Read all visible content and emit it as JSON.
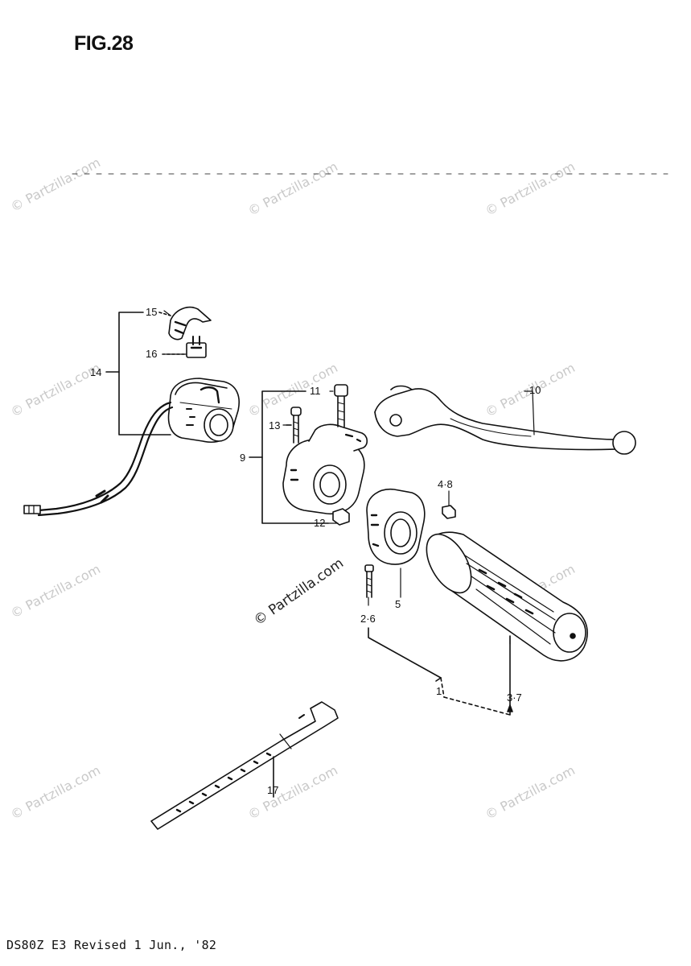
{
  "figure": {
    "title": "FIG.28",
    "footer": "DS80Z E3 Revised 1 Jun., '82",
    "watermark": "© Partzilla.com"
  },
  "callouts": [
    {
      "id": "c15",
      "text": "15"
    },
    {
      "id": "c16",
      "text": "16"
    },
    {
      "id": "c14",
      "text": "14"
    },
    {
      "id": "c11",
      "text": "11"
    },
    {
      "id": "c13",
      "text": "13"
    },
    {
      "id": "c9",
      "text": "9"
    },
    {
      "id": "c12",
      "text": "12"
    },
    {
      "id": "c10",
      "text": "10"
    },
    {
      "id": "c48",
      "text": "4·8"
    },
    {
      "id": "c5",
      "text": "5"
    },
    {
      "id": "c26",
      "text": "2·6"
    },
    {
      "id": "c1",
      "text": "1"
    },
    {
      "id": "c37",
      "text": "3·7"
    },
    {
      "id": "c17",
      "text": "17"
    }
  ],
  "colors": {
    "ink": "#111111",
    "watermark": "#c9c9c9",
    "paper": "#ffffff"
  }
}
